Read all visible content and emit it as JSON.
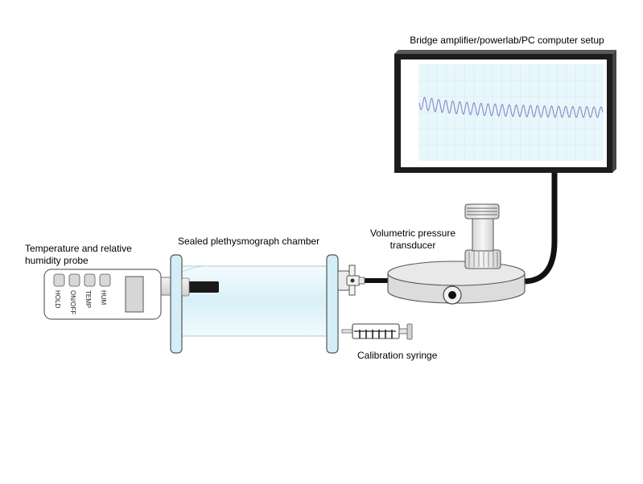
{
  "labels": {
    "computer": "Bridge amplifier/powerlab/PC computer setup",
    "probe": "Temperature and relative humidity probe",
    "chamber": "Sealed plethysmograph chamber",
    "transducer": "Volumetric pressure transducer",
    "syringe": "Calibration syringe"
  },
  "probe_buttons": [
    "HOLD",
    "ON/OFF",
    "TEMP",
    "HUM"
  ],
  "colors": {
    "monitor_frame": "#1c1c1c",
    "screen_bg": "#e8f7fb",
    "trace": "#8c86c6",
    "chamber_glass": "#ddf2f9",
    "flange": "#d4edf6",
    "transducer_body": "#e2e2e2"
  }
}
